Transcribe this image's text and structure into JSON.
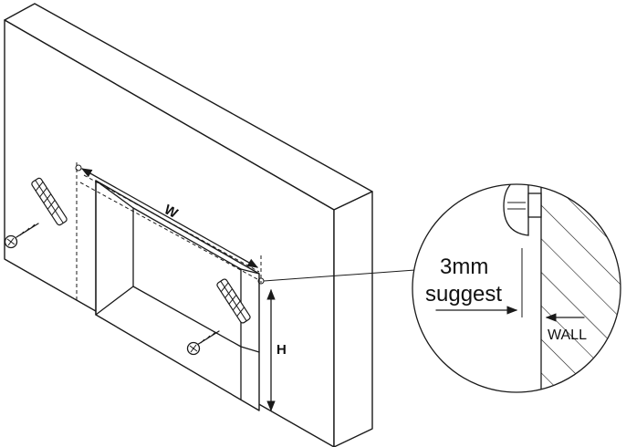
{
  "labels": {
    "width": "W",
    "height": "H",
    "gap_value": "3mm",
    "gap_note": "suggest",
    "wall": "WALL"
  },
  "icons": [
    "wall-anchor-icon",
    "screw-icon"
  ],
  "colors": {
    "line": "#1a1a1a",
    "background": "#ffffff"
  }
}
